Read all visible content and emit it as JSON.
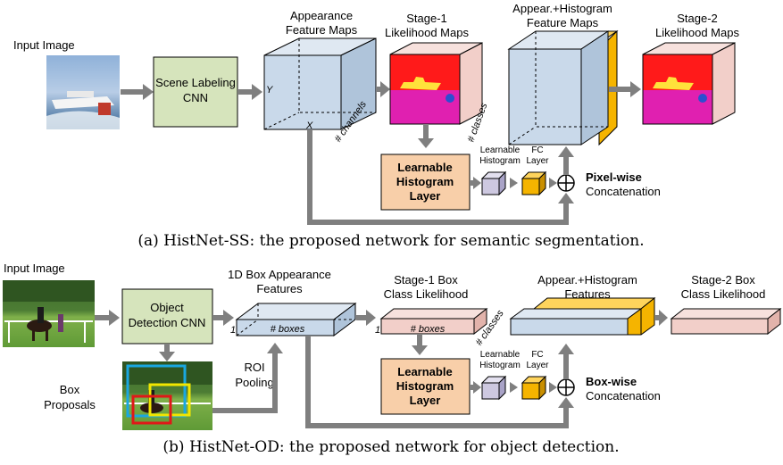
{
  "top": {
    "input_label": "Input Image",
    "cnn_label_1": "Scene Labeling",
    "cnn_label_2": "CNN",
    "appearance_1": "Appearance",
    "appearance_2": "Feature Maps",
    "axis_y": "Y",
    "axis_x": "X",
    "channels": "# channels",
    "stage1_1": "Stage-1",
    "stage1_2": "Likelihood Maps",
    "classes": "# classes",
    "appear_hist_1": "Appear.+Histogram",
    "appear_hist_2": "Feature Maps",
    "stage2_1": "Stage-2",
    "stage2_2": "Likelihood Maps",
    "hist_layer_1": "Learnable",
    "hist_layer_2": "Histogram",
    "hist_layer_3": "Layer",
    "lh_1": "Learnable",
    "lh_2": "Histogram",
    "fc_1": "FC",
    "fc_2": "Layer",
    "concat_1": "Pixel-wise",
    "concat_2": "Concatenation",
    "caption": "(a) HistNet-SS: the proposed network for semantic segmentation."
  },
  "bottom": {
    "input_label": "Input Image",
    "cnn_label_1": "Object",
    "cnn_label_2": "Detection CNN",
    "box_proposals_1": "Box",
    "box_proposals_2": "Proposals",
    "roi_1": "ROI",
    "roi_2": "Pooling",
    "features_1": "1D Box Appearance",
    "features_2": "Features",
    "one_a": "1",
    "boxes_a": "# boxes",
    "stage1_1": "Stage-1 Box",
    "stage1_2": "Class Likelihood",
    "one_b": "1",
    "boxes_b": "# boxes",
    "classes": "# classes",
    "appear_hist_1": "Appear.+Histogram",
    "appear_hist_2": "Features",
    "stage2_1": "Stage-2 Box",
    "stage2_2": "Class Likelihood",
    "hist_layer_1": "Learnable",
    "hist_layer_2": "Histogram",
    "hist_layer_3": "Layer",
    "lh_1": "Learnable",
    "lh_2": "Histogram",
    "fc_1": "FC",
    "fc_2": "Layer",
    "concat_1": "Box-wise",
    "concat_2": "Concatenation",
    "caption": "(b) HistNet-OD: the proposed network for object detection."
  },
  "colors": {
    "cnn_box": "#d6e4bc",
    "hist_layer_box": "#f8cfa9",
    "feature_cube": "#c9d9ea",
    "likelihood_cube": "#f2cfc9",
    "histogram_vector": "#cdc8e0",
    "fc_vector": "#f5b400",
    "arrow": "#7f7f7f",
    "seg_red": "#ff1a1a",
    "seg_magenta": "#e020b0",
    "seg_yellow": "#ffe23b"
  }
}
